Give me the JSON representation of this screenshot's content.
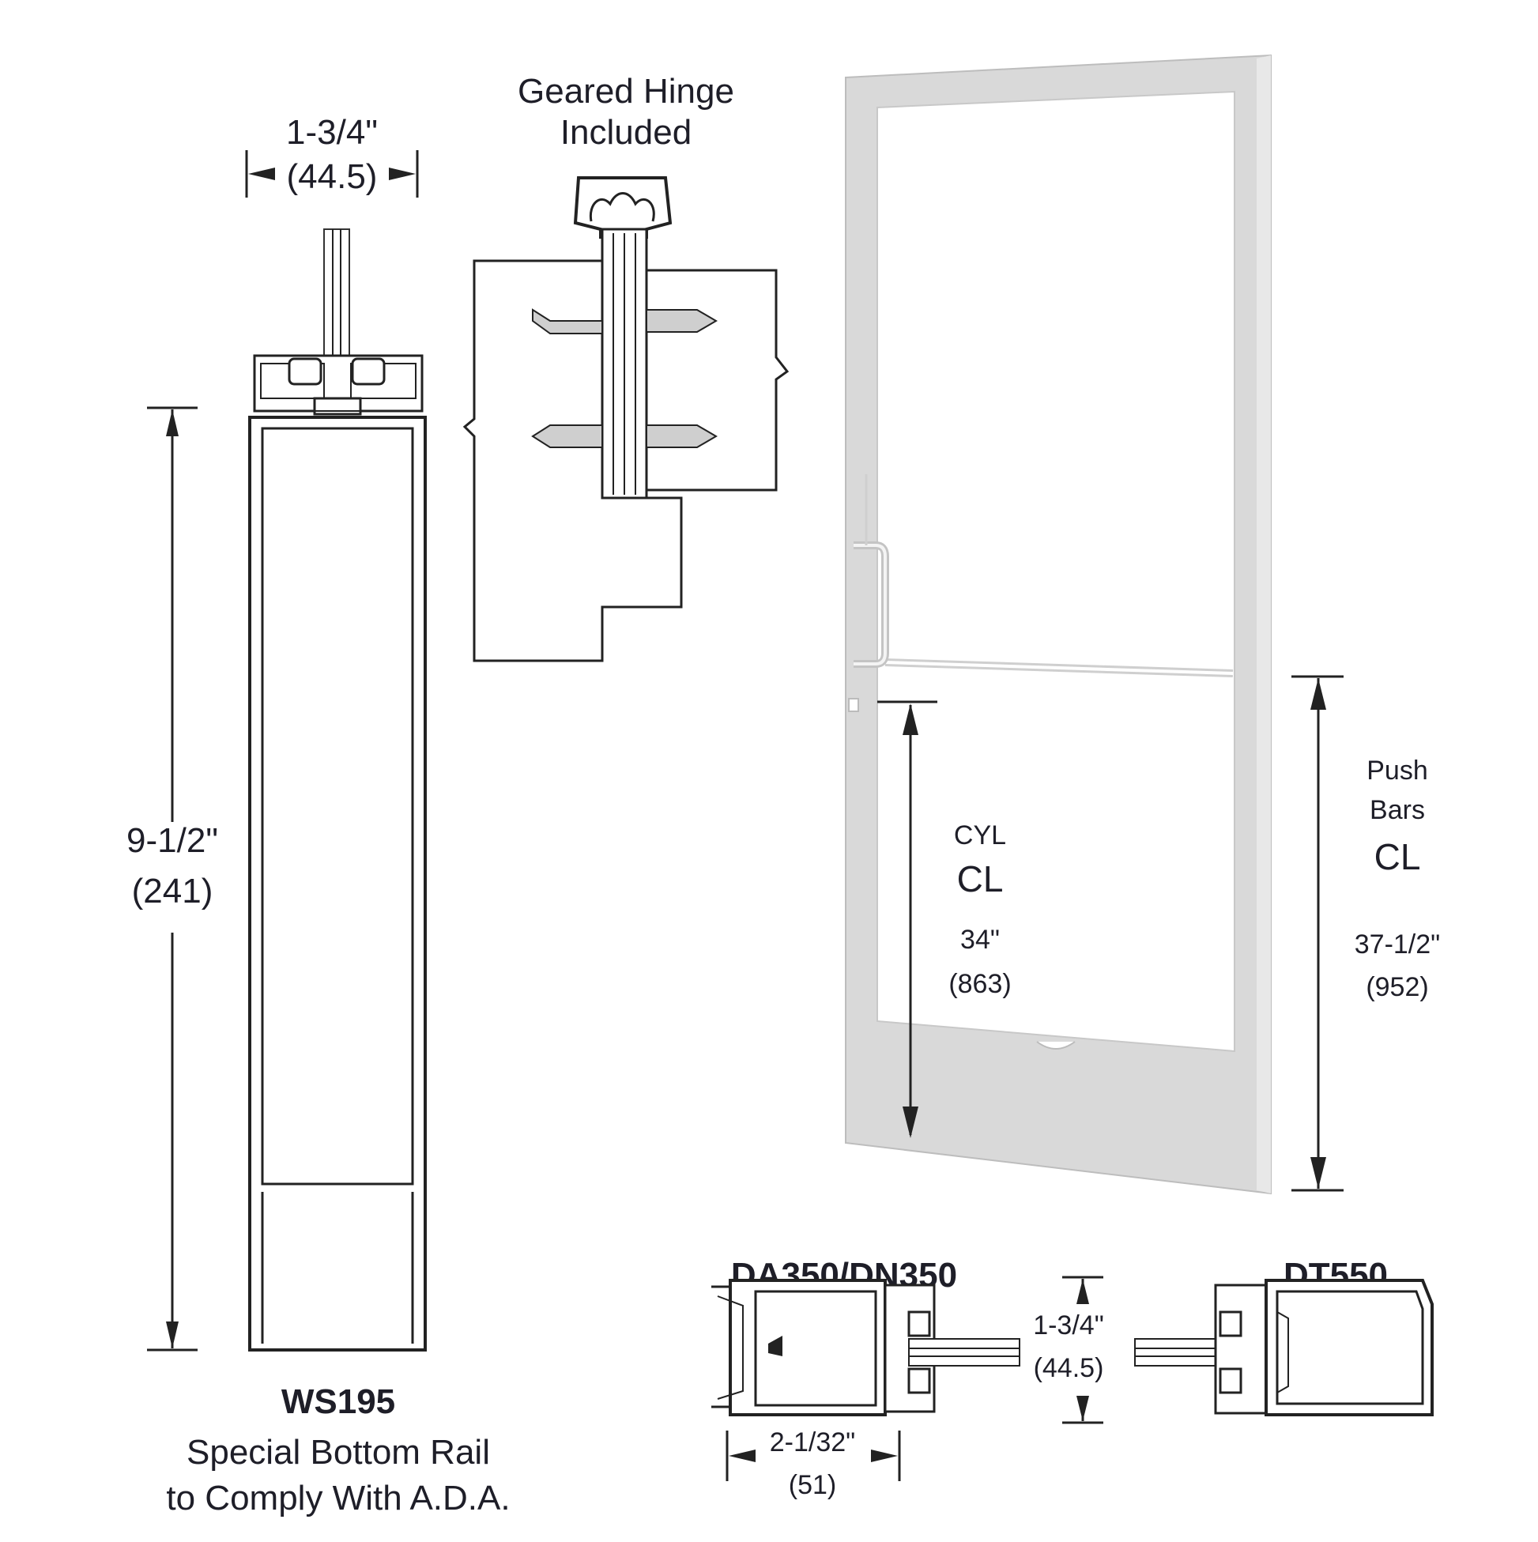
{
  "hinge": {
    "title_line1": "Geared Hinge",
    "title_line2": "Included"
  },
  "ws195": {
    "width_in": "1-3/4\"",
    "width_mm": "(44.5)",
    "height_in": "9-1/2\"",
    "height_mm": "(241)",
    "model": "WS195",
    "caption_line1": "Special Bottom Rail",
    "caption_line2": "to Comply With A.D.A."
  },
  "door": {
    "frame_color": "#d9d9d9",
    "cyl_label": "CYL",
    "cyl_cl": "CL",
    "cyl_in": "34\"",
    "cyl_mm": "(863)",
    "push_label_line1": "Push",
    "push_label_line2": "Bars",
    "push_cl": "CL",
    "push_in": "37-1/2\"",
    "push_mm": "(952)"
  },
  "sections": {
    "da_model": "DA350/DN350",
    "dt_model": "DT550",
    "thickness_in": "1-3/4\"",
    "thickness_mm": "(44.5)",
    "depth_in": "2-1/32\"",
    "depth_mm": "(51)"
  }
}
